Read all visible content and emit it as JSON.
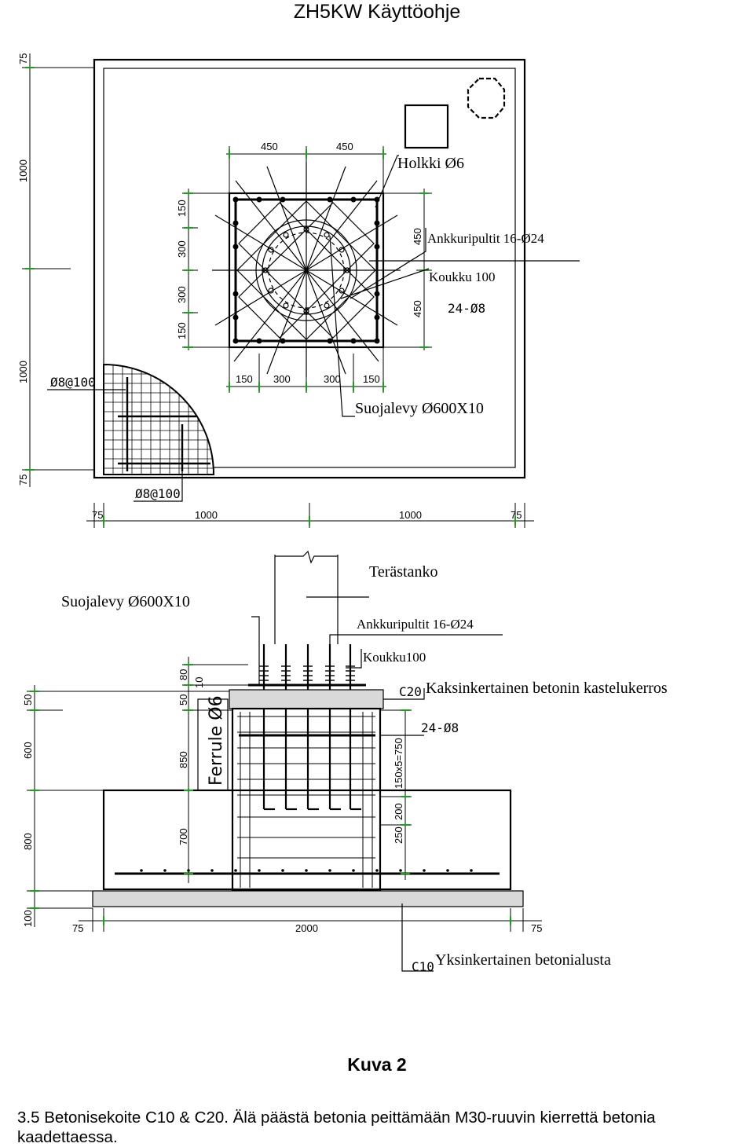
{
  "header": {
    "title": "ZH5KW Käyttöohje"
  },
  "plan": {
    "labels": {
      "holkki": "Holkki Ø6",
      "ankkuri": "Ankkuripultit 16-Ø24",
      "koukku": "Koukku 100",
      "rebar": "24-Ø8",
      "suojalevy": "Suojalevy Ø600X10",
      "mesh_a": "Ø8@100",
      "mesh_b": "Ø8@100"
    },
    "dims": {
      "top_450_a": "450",
      "top_450_b": "450",
      "left_150_a": "150",
      "left_300_a": "300",
      "left_300_b": "300",
      "left_150_b": "150",
      "right_450_a": "450",
      "right_450_b": "450",
      "bot_150_a": "150",
      "bot_300_a": "300",
      "bot_300_b": "300",
      "bot_150_b": "150",
      "outer_75_top": "75",
      "outer_1000_a": "1000",
      "outer_1000_b": "1000",
      "outer_75_bot": "75",
      "base_75_a": "75",
      "base_1000_a": "1000",
      "base_1000_b": "1000",
      "base_75_b": "75"
    }
  },
  "section": {
    "labels": {
      "terastanko": "Terästanko",
      "suojalevy": "Suojalevy Ø600X10",
      "ankkuri": "Ankkuripultit 16-Ø24",
      "koukku": "Koukku100",
      "c20": "C20",
      "kaksinkertainen": "Kaksinkertainen betonin kastelukerros",
      "rebar": "24-Ø8",
      "ferrule": "Ferrule Ø6",
      "c10": "C10",
      "yksinkertainen": "Yksinkertainen betonialusta"
    },
    "dims": {
      "l_50": "50",
      "l_600": "600",
      "l_800": "800",
      "l_100": "100",
      "m_80": "80",
      "m_10": "10",
      "m_50": "50",
      "m_850": "850",
      "m_700": "700",
      "r_150x5": "150x5=750",
      "r_200": "200",
      "r_250": "250",
      "b_75_a": "75",
      "b_2000": "2000",
      "b_75_b": "75"
    }
  },
  "figure": {
    "caption": "Kuva 2"
  },
  "body": {
    "text": "3.5 Betonisekoite C10 & C20. Älä päästä betonia peittämään M30-ruuvin kierrettä betonia kaadettaessa."
  }
}
